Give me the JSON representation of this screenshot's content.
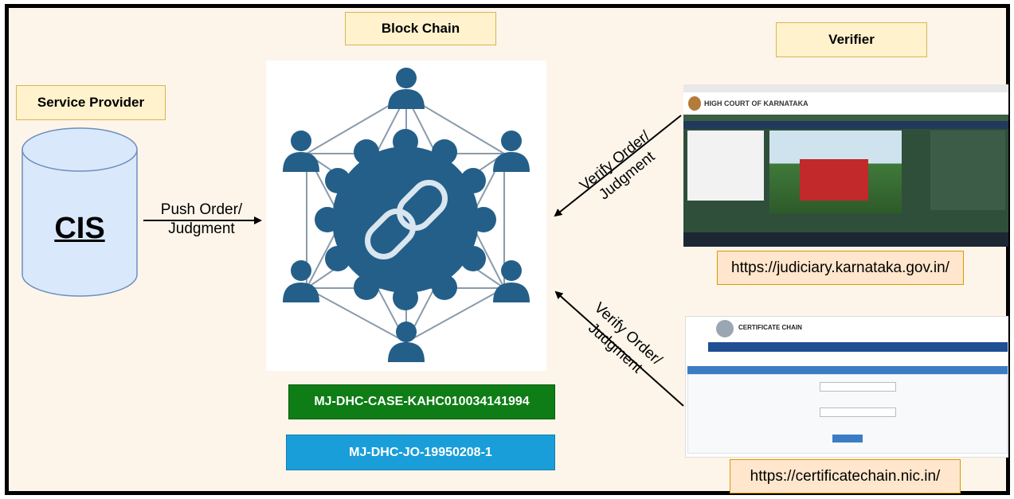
{
  "labels": {
    "block_chain": "Block Chain",
    "verifier": "Verifier",
    "service_provider": "Service Provider"
  },
  "cis": {
    "title": "CIS"
  },
  "arrows": {
    "push_line1": "Push Order/",
    "push_line2": "Judgment",
    "verify_top_line1": "Verify Order/",
    "verify_top_line2": "Judgment",
    "verify_bottom_line1": "Verify Order/",
    "verify_bottom_line2": "Judgment"
  },
  "identifiers": {
    "case_id": "MJ-DHC-CASE-KAHC010034141994",
    "order_id": "MJ-DHC-JO-19950208-1"
  },
  "urls": {
    "karnataka": "https://judiciary.karnataka.gov.in/",
    "certificatechain": "https://certificatechain.nic.in/"
  },
  "screenshots": {
    "karnataka_header": "HIGH COURT OF KARNATAKA",
    "certchain_header": "CERTIFICATE CHAIN"
  },
  "colors": {
    "case_box": "#0e7d15",
    "order_box": "#1a9ed9",
    "network": "#245f89"
  }
}
